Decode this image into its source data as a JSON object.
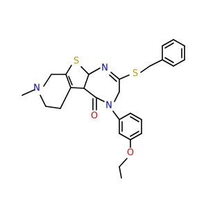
{
  "molecule": {
    "atom_labels": {
      "sulfur_thiophene": "S",
      "sulfur_thioether": "S",
      "nitrogen_pyrimidine": "N",
      "nitrogen_ring": "N",
      "nitrogen_piperidine": "N",
      "oxygen_carbonyl": "O",
      "oxygen_ether": "O"
    },
    "colors": {
      "bond": "#000000",
      "sulfur": "#b8a000",
      "nitrogen": "#0000ff",
      "oxygen": "#ff0000",
      "background": "#ffffff"
    }
  }
}
